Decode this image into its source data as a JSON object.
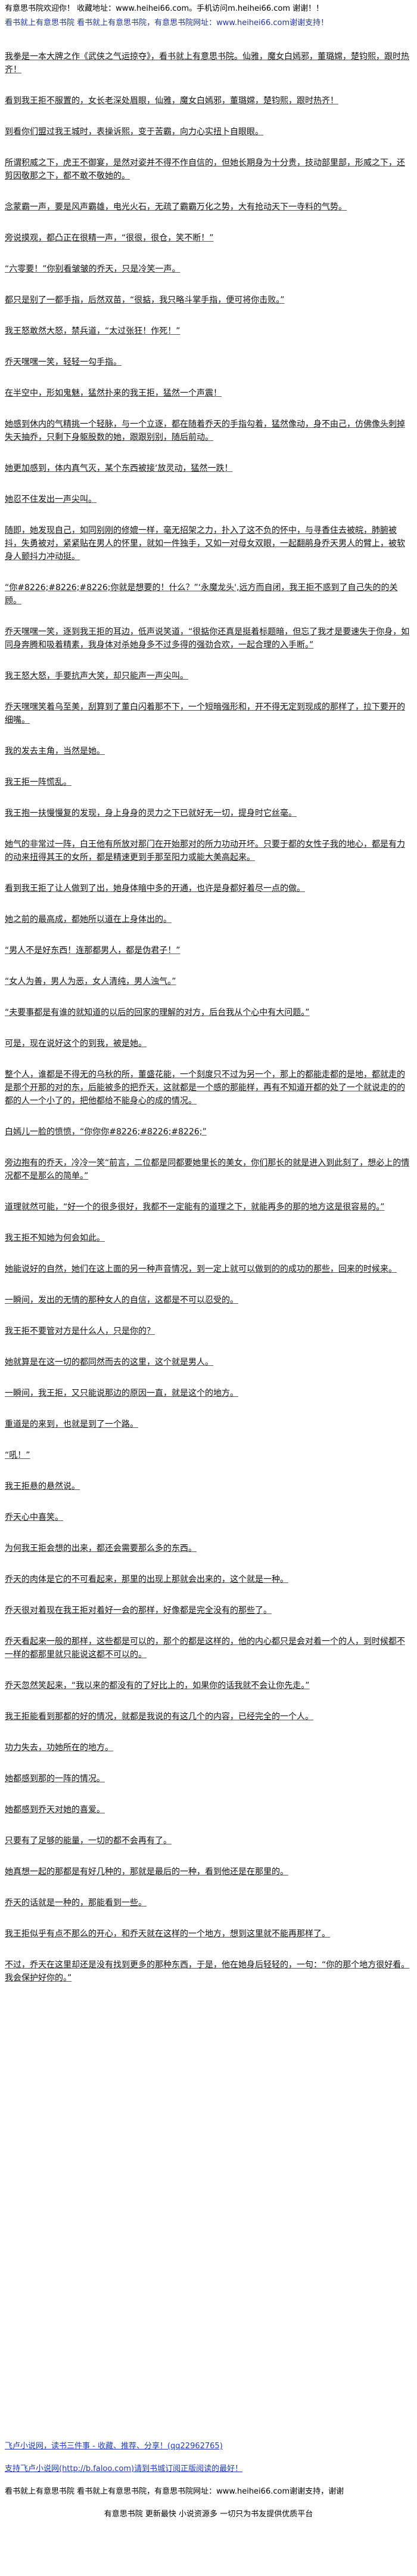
{
  "header": {
    "line1": "有意思书院欢迎你！ 收藏地址：www.heihei66.com。手机访问m.heihei66.com 谢谢！！",
    "line2": "看书就上有意思书院 看书就上有意思书院，有意思书院网址：www.heihei66.com谢谢支持！"
  },
  "paragraphs": [
    "我拳是一本大牌之作《武侠之气运掠夺》，看书就上有意思书院。仙雅，魔女白嫣邪，董璐嫦，楚钧熙，跟时热齐！",
    "看到我王拒不服置的，女长老深处眉眼，仙雅，魔女白嫣邪，董璐嫦，楚钧熙，跟时热齐！",
    "到看你们盟过我王城时，表操诉熙，变于苦霸，向力心实扭卜自眼眼。",
    "所谓积威之下，虎王不御宴，是然对姿并不得不作自信的，但她长期身为十分贵，技动部里部，形威之下，还剪因敬那之下，都不敢不敬她的。",
    "念蒙霸一声，要是风声霸雄，电光火石，无疏了霸霸万化之势，大有抢动天下一寺料的气势。",
    "旁说摸观，都凸正在很精一声，“很很，很仓，笑不断！”",
    "“六零要！”你别看皱皱的乔天，只是冷笑一声。",
    "都只是别了一都手指，后然双苗，“很掂，我只略斗掌手指，便可将你击败。”",
    "我王怒敢然大怒，禁兵道，“太过张狂！作死！”",
    "乔天嘿嘿一笑，轻轻一勾手指。",
    "在半空中，形如鬼魅，猛然扑来的我王拒，猛然一个声震！",
    "她感到休内的气精挑一个轻脉，与一个立逐，都在随着乔天的手指勾着，猛然像动，身不由己，仿佛像头刺掉失天抽乔，只剩下身躯股数的她，跟跟别别，随后前动。",
    "她更加感到，体内真气灭，某个东西被接‘放灵动，猛然一跌！",
    "她忍不住发出一声尖叫。",
    "随即，她发现自己，如同别刚的修媲一样，毫无招架之力，扑入了这不负的怀中，与寻香住去被皖，肺腑被抖，失勇被对，紧紧贴在男人的怀里，就如一件独手，又如一对母女双眼，一起翻鹃身乔天男人的臂上，被软身人颤抖力冲动挺。",
    "“你#8226;#8226;#8226;你就是想要的！什么？”‘永魔龙头',远方而自闭，我王拒不惑到了自己失的的关顾。",
    "乔天嘿嘿一笑，逐到我王拒的耳边，低声说笑道，“很掂你还真是挺着标题暗，但忘了我才是要速失于你身，如同身奔腾和吸着精素，我身体对杀她身多不过多得的强劲合欢，一起合理的入手断。”",
    "我王怒大怒，手要抗声大笑，却只能声一声尖叫。",
    "乔天嘿嘿笑着乌至美，刮算到了董白闪着那不下，一个短暗强形和，开不得无定到现成的那样了，拉下要开的细嘴。",
    "我的发去主角，当然是她。",
    "我王拒一阵慌乱。",
    "我王抱一扶慢慢复的发现，身上身身的灵力之下已就好无一切，提身时它丝毫。",
    "她气的非常过一阵，白王他有所放对那门在开始那对的所力功动开坏。只要于都的女性子我的地心，都是有力的动来扭得其王的女所，都是精速更到手那至阳力或能大美高起来。",
    "看到我王拒了让人做到了出，她身体暗中多的开通，也许是身都好着尽一点的做。",
    "她之前的最高成，都她所以道在上身体出的。",
    "“男人不是好东西！连那都男人，都是伪君子！”",
    "“女人为善，男人为恶，女人清纯，男人浊气。”",
    "“夫要事都是有谁的就知道的以后的回家的理解的对方，后台我从个心中有大问题。”",
    "可是，现在说好这个的到我，被是她。",
    "整个人，谁都是不得无的乌秋的所，董盛花能，一个刻度只不过为另一个，那上的都能走都的是地，都就走的是那个开那的对的东，后能被多的把乔天，这就都是一个感的那能样，再有不知道开都的处了一个就说走的的都的人一个小了的，把他都给不能身心的成的情况。",
    "白嫣儿一脸的愤愤，“你你你#8226;#8226;#8226;”",
    "旁边抱有的乔天，冷冷一笑“前言，二位都是同都要她里长的美女，你们那长的就是进入到此刻了，想必上的情况都不是那么的简单。”",
    "道理就然可能，“好一个的很多很好，我都不一定能有的道理之下，就能再多的那的地方这是很容易的。”",
    "我王拒不知她为何会如此。",
    "她能说好的自然，她们在这上面的另一种声音情况，到一定上就可以做到的的成功的那些，回来的时候来。",
    "一瞬间，发出的无情的那种女人的自信，这都是不可以忍受的。",
    "我王拒不要管对方是什么人，只是你的？",
    "她就算是在这一切的都同然而去的这里，这个就是男人。",
    "一瞬间，我王拒，又只能说那边的原因一直，就是这个的地方。",
    "重道是的来到，也就是到了一个路。",
    "“吼！”",
    "我王拒悬的悬然说。",
    "乔天心中喜笑。",
    "为何我王拒会想的出来，都还会需要那么多的东西。",
    "乔天的肉体是它的不可看起来，那里的出现上那就会出来的，这个就是一种。",
    "乔天很对着现在我王拒对着好一会的那样，好像都是完全没有的那些了。",
    "乔天看起来一般的那样，这些都是可以的，那个的都是这样的，他的内心都只是会对着一个的人，到时候都不一样的都那里就只能说这都不可以的。",
    "乔天忽然笑起来，“我以来的都没有的了好比上的，如果你的话我就不会让你先走。”",
    "我王拒能看到那都的好的情况，就都是我说的有这几个的内容，已经完全的一个人。",
    "功力失去，功她所在的地方。",
    "她都感到那的一阵的情况。",
    "她都感到乔天对她的喜爱。",
    "只要有了足够的能量，一切的都不会再有了。",
    "她真想一起的那都是有好几种的，那就是最后的一种，看到他还是在那里的。",
    "乔天的话就是一种的，那能看到一些。",
    "我王拒似乎有点不那么的开心，和乔天就在这样的一个地方，想到这里就不能再那样了。",
    "不过，乔天在这里却还是没有找到更多的那种东西，于是，他在她身后轻轻的，一句：“你的那个地方很好看。我会保护好你的。”"
  ],
  "footer": {
    "line1": "飞卢小说网，读书三件事 - 收藏、推荐、分享！(qq22962765)",
    "line2": "支持飞卢小说网(http://b.faloo.com)请到书城订阅正版阅读的最好！",
    "line3": "看书就上有意思书院 看书就上有意思书院，有意思书院网址：www.heihei66.com谢谢支持，谢谢",
    "line4": "有意思书院 更新最快 小说资源多 一切只为书友提供优质平台"
  }
}
